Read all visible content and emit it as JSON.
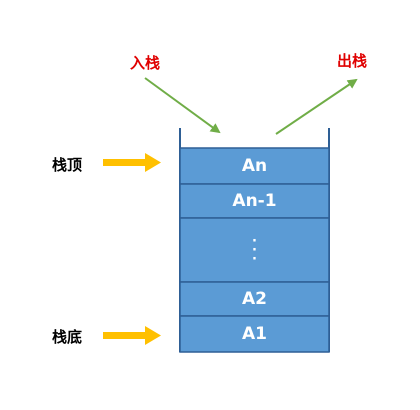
{
  "labels": {
    "push": "入栈",
    "pop": "出栈",
    "top": "栈顶",
    "bottom": "栈底"
  },
  "stack": {
    "cells": [
      "An",
      "An-1",
      "·\n·\n·",
      "A2",
      "A1"
    ]
  },
  "colors": {
    "cell_fill": "#5b9bd5",
    "cell_border": "#2e5f95",
    "green_arrow": "#70ad47",
    "yellow_arrow": "#ffc000",
    "red_text": "#e00000"
  }
}
